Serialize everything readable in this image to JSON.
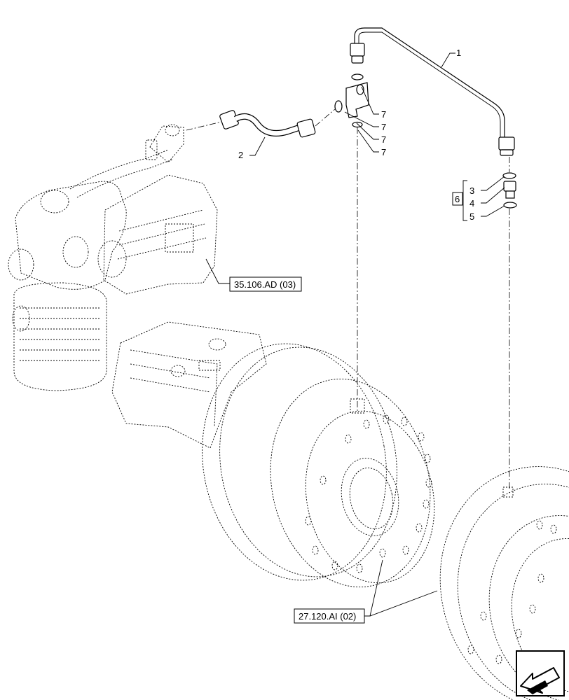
{
  "callouts": {
    "c1": "1",
    "c2": "2",
    "c3": "3",
    "c4": "4",
    "c5": "5",
    "c6": "6",
    "c7a": "7",
    "c7b": "7",
    "c7c": "7",
    "c7d": "7"
  },
  "references": {
    "hydraulic_pump": "35.106.AD (03)",
    "final_drive": "27.120.AI (02)"
  },
  "nav": {
    "icon": "arrow-left-icon"
  }
}
